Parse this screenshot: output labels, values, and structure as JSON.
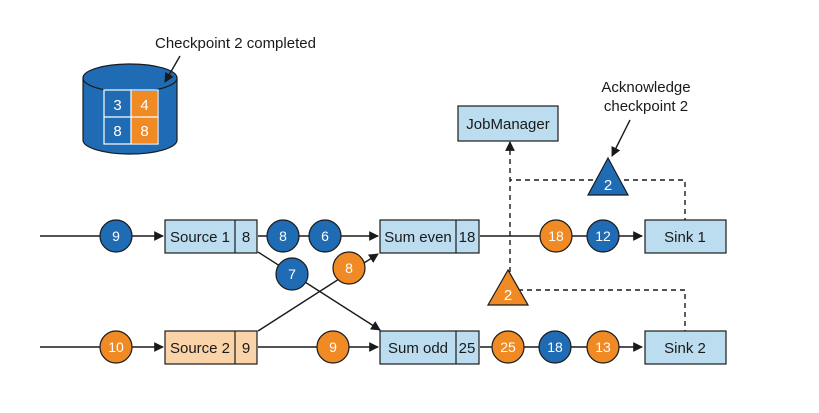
{
  "storage": {
    "label": "Checkpoint 2 completed",
    "cells": [
      "3",
      "4",
      "8",
      "8"
    ]
  },
  "jobmanager": {
    "label": "JobManager"
  },
  "ack": {
    "label_line1": "Acknowledge",
    "label_line2": "checkpoint 2"
  },
  "barriers": {
    "top": "2",
    "bottom": "2"
  },
  "nodes": {
    "source1": {
      "name": "Source 1",
      "value": "8"
    },
    "source2": {
      "name": "Source 2",
      "value": "9"
    },
    "sum_even": {
      "name": "Sum even",
      "value": "18"
    },
    "sum_odd": {
      "name": "Sum odd",
      "value": "25"
    },
    "sink1": {
      "name": "Sink 1"
    },
    "sink2": {
      "name": "Sink 2"
    }
  },
  "records": {
    "in1": "9",
    "s1_a": "8",
    "s1_b": "6",
    "s1_cross": "7",
    "s2_cross": "8",
    "even_out1": "18",
    "even_out2": "12",
    "in2": "10",
    "s2_a": "9",
    "odd_out1": "25",
    "odd_out2": "18",
    "odd_out3": "13"
  },
  "colors": {
    "blue": "#1f6bb4",
    "orange": "#f08a24",
    "box_blue": "#bcdcef",
    "box_orange": "#fbd3a8",
    "stroke": "#1a1a1a"
  }
}
